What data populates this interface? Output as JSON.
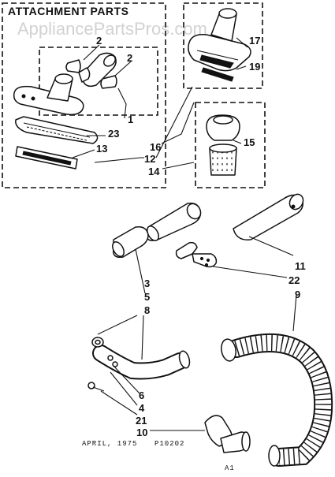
{
  "watermark": "AppliancePartsPros.com",
  "title": "ATTACHMENT PARTS",
  "footer": {
    "date": "APRIL, 1975",
    "code": "P10202",
    "page": "A1"
  },
  "callouts": {
    "n2a": "2",
    "n2b": "2",
    "n1": "1",
    "n23": "23",
    "n13": "13",
    "n16": "16",
    "n12": "12",
    "n14": "14",
    "n17": "17",
    "n19": "19",
    "n15": "15",
    "n11": "11",
    "n22": "22",
    "n9": "9",
    "n3": "3",
    "n5": "5",
    "n8": "8",
    "n6": "6",
    "n4": "4",
    "n21": "21",
    "n10": "10"
  }
}
